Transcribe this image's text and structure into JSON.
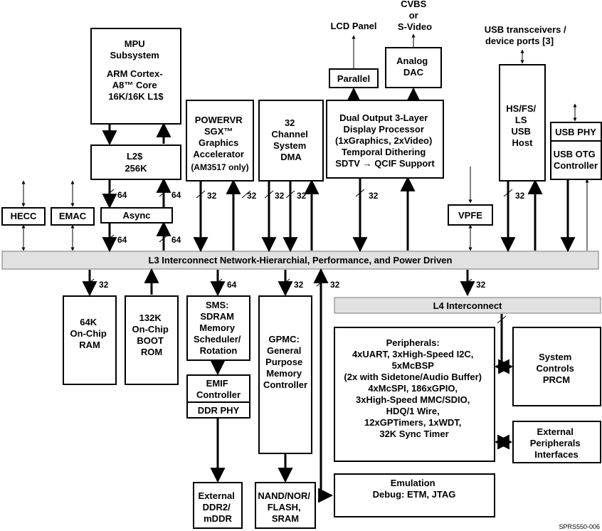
{
  "blocks": {
    "mpu": [
      "MPU",
      "Subsystem",
      "ARM Cortex-",
      "A8™ Core",
      "16K/16K L1$"
    ],
    "l2": [
      "L2$",
      "256K"
    ],
    "async": "Async",
    "hecc": "HECC",
    "emac": "EMAC",
    "powervr": [
      "POWERVR",
      "SGX™",
      "Graphics",
      "Accelerator",
      "(AM3517 only)"
    ],
    "dma": [
      "32",
      "Channel",
      "System",
      "DMA"
    ],
    "display": [
      "Dual Output 3-Layer",
      "Display Processor",
      "(1xGraphics, 2xVideo)",
      "Temporal Dithering",
      "SDTV → QCIF Support"
    ],
    "parallel": "Parallel",
    "dac": [
      "Analog",
      "DAC"
    ],
    "lcd": "LCD Panel",
    "cvbs": [
      "CVBS",
      "or",
      "S-Video"
    ],
    "usb_ports": [
      "USB transceivers /",
      "device ports [3]"
    ],
    "usb_host": [
      "HS/FS/",
      "LS",
      "USB",
      "Host"
    ],
    "usb_phy": "USB PHY",
    "usb_otg": [
      "USB OTG",
      "Controller"
    ],
    "vpfe": "VPFE",
    "l3": "L3 Interconnect Network-Hierarchial, Performance, and Power Driven",
    "l4": "L4 Interconnect",
    "ram": [
      "64K",
      "On-Chip",
      "RAM"
    ],
    "rom": [
      "132K",
      "On-Chip",
      "BOOT",
      "ROM"
    ],
    "sms": [
      "SMS:",
      "SDRAM",
      "Memory",
      "Scheduler/",
      "Rotation"
    ],
    "emif": [
      "EMIF",
      "Controller"
    ],
    "ddrphy": "DDR PHY",
    "extddr": [
      "External",
      "DDR2/",
      "mDDR"
    ],
    "gpmc": [
      "GPMC:",
      "General",
      "Purpose",
      "Memory",
      "Controller"
    ],
    "nand": [
      "NAND/NOR/",
      "FLASH,",
      "SRAM"
    ],
    "peripherals": [
      "Peripherals:",
      "4xUART, 3xHigh-Speed I2C,",
      "5xMcBSP",
      "(2x with Sidetone/Audio Buffer)",
      "4xMcSPI, 186xGPIO,",
      "3xHigh-Speed MMC/SDIO,",
      "HDQ/1 Wire,",
      "12xGPTimers, 1xWDT,",
      "32K Sync Timer"
    ],
    "sysctl": [
      "System",
      "Controls",
      "PRCM"
    ],
    "extperiph": [
      "External",
      "Peripherals",
      "Interfaces"
    ],
    "emulation": [
      "Emulation",
      "Debug: ETM, JTAG"
    ]
  },
  "bus_widths": {
    "l2_async_left": "64",
    "l2_async_right": "64",
    "async_l3_left": "64",
    "async_l3_right": "64",
    "powervr": "32",
    "dma_left": "32",
    "dma_right": "32",
    "display": "32",
    "usb_host": "32",
    "ram": "32",
    "sms": "64",
    "gpmc": "32",
    "emulation": "32",
    "l4": "32"
  },
  "footer_code": "SPRS550-006"
}
